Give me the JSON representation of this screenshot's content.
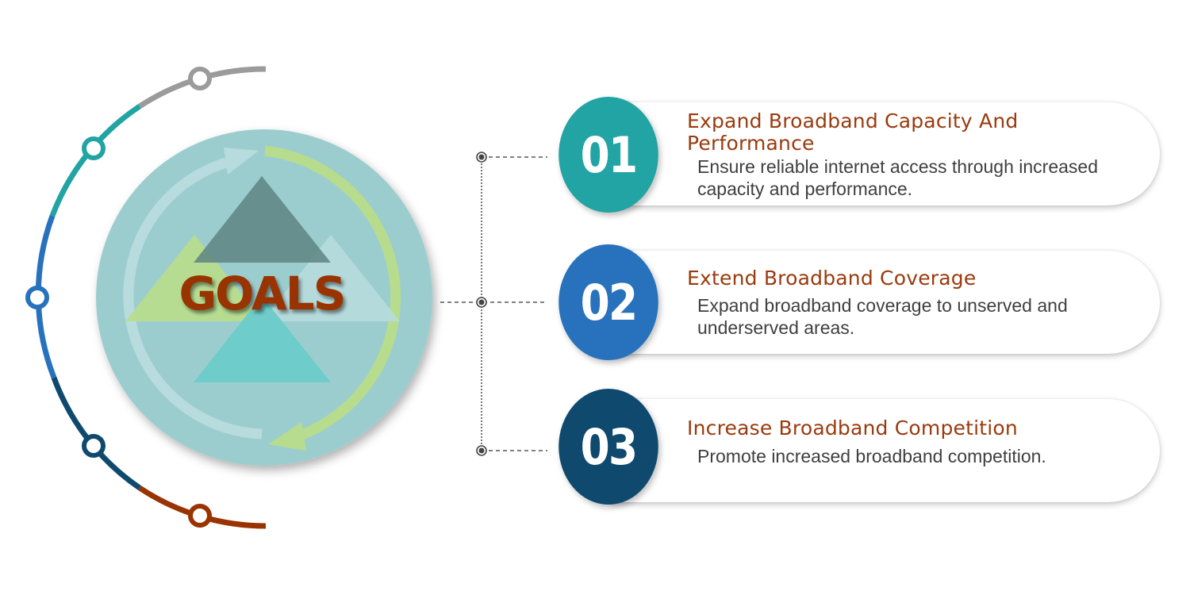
{
  "center": {
    "label": "GOALS"
  },
  "colors": {
    "accent_title": "#9a3a0e",
    "arc_gray": "#9b9b9b",
    "arc_teal": "#21a4a3",
    "arc_blue": "#2872bd",
    "arc_navy": "#0f4a6e",
    "arc_rust": "#993300",
    "circle_fill": "#9ccdce",
    "tri_dark": "#6b8d8c",
    "tri_green": "#b7dc8d",
    "tri_light": "#b8dcdd",
    "tri_cyan": "#6ccbca"
  },
  "goals": [
    {
      "number": "01",
      "title": "Expand Broadband Capacity And Performance",
      "description": "Ensure reliable internet access through increased capacity and performance.",
      "color": "#21a4a3"
    },
    {
      "number": "02",
      "title": "Extend Broadband Coverage",
      "description": "Expand broadband coverage to unserved and underserved areas.",
      "color": "#2872bd"
    },
    {
      "number": "03",
      "title": "Increase Broadband Competition",
      "description": "Promote increased broadband competition.",
      "color": "#0f4a6e"
    }
  ]
}
